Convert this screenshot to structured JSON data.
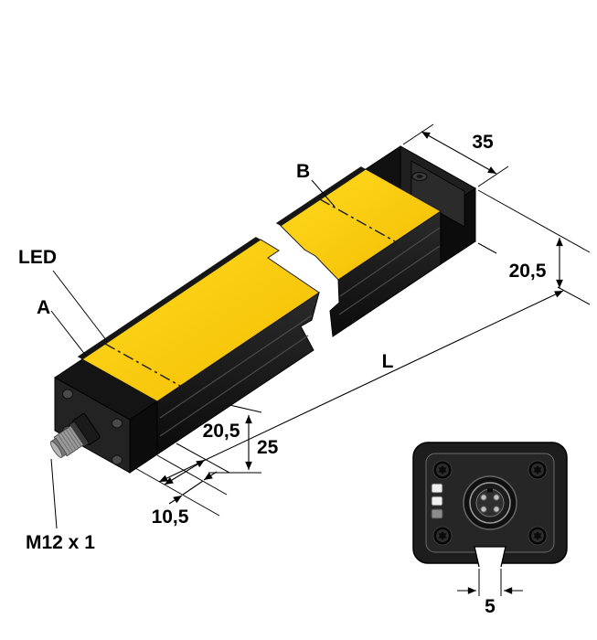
{
  "drawing": {
    "type": "technical-dimension-drawing",
    "background": "#ffffff",
    "colors": {
      "sensor_yellow": "#ffd30a",
      "sensor_yellow_dark": "#f3bc00",
      "housing_black": "#141414",
      "line": "#000000"
    },
    "labels": {
      "led": "LED",
      "point_a": "A",
      "point_b": "B",
      "length": "L",
      "connector_thread": "M12 x 1"
    },
    "dimensions": {
      "cap_width": "35",
      "body_height": "20,5",
      "first_hole_offset": "20,5",
      "connector_offset": "10,5",
      "profile_height": "25",
      "slot_width": "5"
    }
  }
}
